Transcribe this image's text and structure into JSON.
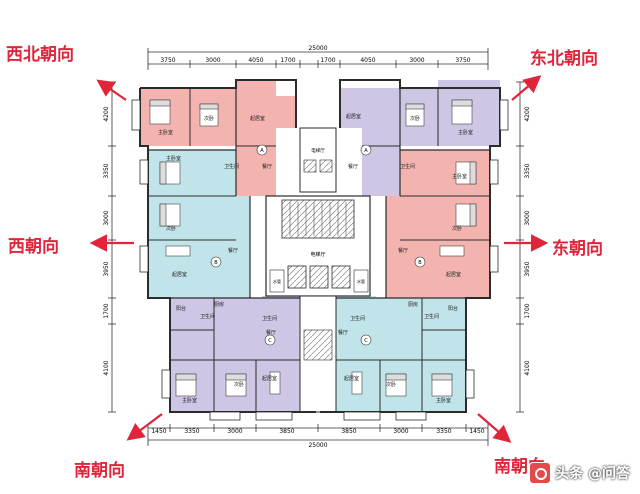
{
  "directions": {
    "northwest": "西北朝向",
    "northeast": "东北朝向",
    "west": "西朝向",
    "east": "东朝向",
    "south": "南朝向",
    "southeast": "南朝向"
  },
  "dimensions": {
    "total_width": "25000",
    "top": [
      "3750",
      "3000",
      "4050",
      "1700",
      "1700",
      "4050",
      "3000",
      "3750"
    ],
    "bottom": [
      "1450",
      "3350",
      "3000",
      "3850",
      "3850",
      "3000",
      "3350",
      "1450"
    ],
    "left": [
      "4200",
      "3350",
      "3000",
      "3950",
      "1700",
      "4100"
    ],
    "right": [
      "4200",
      "3350",
      "3000",
      "3950",
      "1700",
      "4100"
    ]
  },
  "units": [
    "A",
    "A",
    "B",
    "B",
    "C",
    "C"
  ],
  "rooms": {
    "master_bedroom": "主卧室",
    "second_bedroom": "次卧",
    "living_room": "起居室",
    "dining": "餐厅",
    "kitchen": "厨房",
    "bathroom": "卫生间",
    "elevator_hall": "电梯厅",
    "water_pipe": "水管",
    "balcony": "阳台"
  },
  "watermark": "头条 @问答",
  "colors": {
    "unit_a_west": "#f3b4b0",
    "unit_a_east": "#cfc6e6",
    "unit_b_west": "#c0e4ea",
    "unit_b_east": "#f3b4b0",
    "unit_c_west": "#cfc6e6",
    "unit_c_east": "#c0e4ea",
    "accent_red": "#e0253a",
    "wall": "#2b2b2b"
  }
}
